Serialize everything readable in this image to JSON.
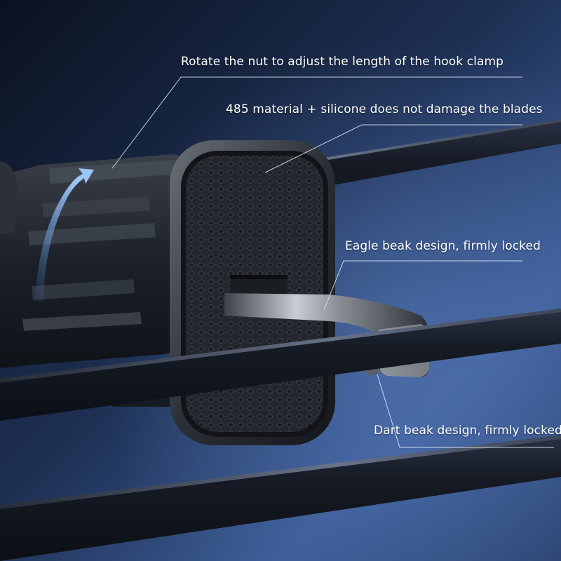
{
  "callouts": [
    {
      "text": "Rotate the nut to adjust the length of the hook clamp"
    },
    {
      "text": "485 material + silicone does not damage the blades"
    },
    {
      "text": "Eagle beak design, firmly locked"
    },
    {
      "text": "Dart beak design, firmly locked"
    }
  ],
  "colors": {
    "background_dark": "#0b1424",
    "background_light": "#4a6ca8",
    "vent_blade": "#141821",
    "body_dark": "#1c2028",
    "silicone_pad": "#272b31",
    "arrow_blue": "#7fb0ea",
    "callout_text": "#ffffff"
  },
  "icons": [
    "rotation-arrow-icon"
  ]
}
